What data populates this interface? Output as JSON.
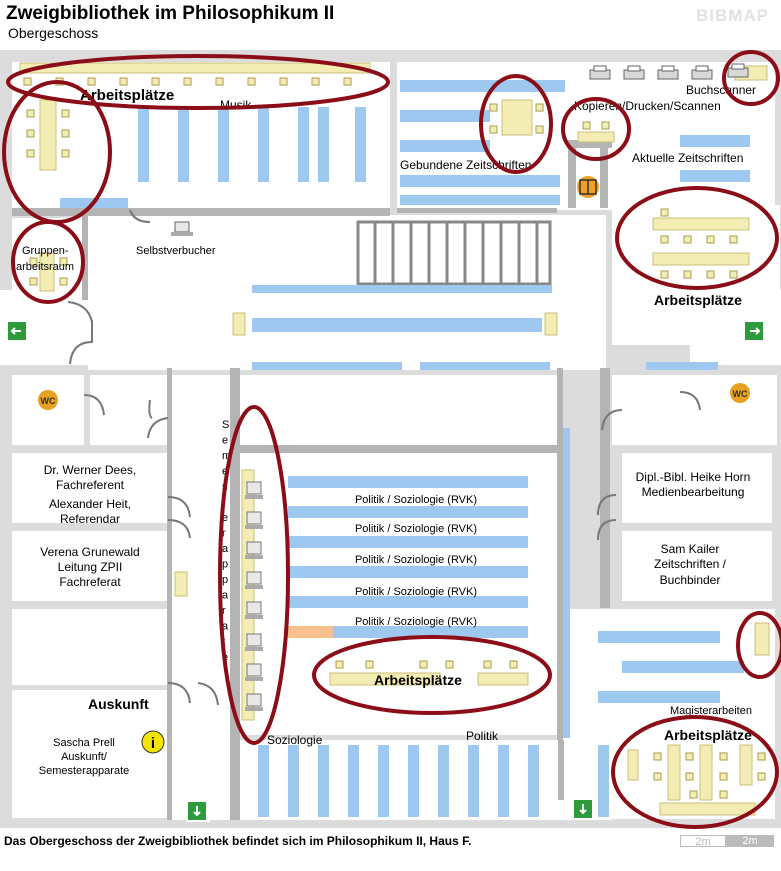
{
  "header": {
    "title": "Zweigbibliothek im Philosophikum II",
    "subtitle": "Obergeschoss",
    "brand": "BIBMAP"
  },
  "footer": {
    "caption": "Das Obergeschoss der Zweigbibliothek befindet sich im Philosophikum II, Haus F.",
    "scale_a": "2m",
    "scale_b": "2m"
  },
  "labels": {
    "musik": "Musik",
    "arbeitsplaetze_tl": "Arbeitsplätze",
    "gebundene": "Gebundene Zeitschriften",
    "kopieren": "Kopieren/Drucken/Scannen",
    "buchscanner": "Buchscanner",
    "aktuelle": "Aktuelle Zeitschriften",
    "arbeitsplaetze_r": "Arbeitsplätze",
    "gruppen_1": "Gruppen-",
    "gruppen_2": "arbeitsraum",
    "selbstverbucher": "Selbstverbucher",
    "wc_left": "WC",
    "wc_right": "WC",
    "office1_1": "Dr. Werner Dees,",
    "office1_2": "Fachreferent",
    "office1_3": "Alexander Heit,",
    "office1_4": "Referendar",
    "office2_1": "Verena Grunewald",
    "office2_2": "Leitung ZPII",
    "office2_3": "Fachreferat",
    "auskunft": "Auskunft",
    "prell_1": "Sascha Prell",
    "prell_2": "Auskunft/",
    "prell_3": "Semesterapparate",
    "info_icon": "i",
    "horn_1": "Dipl.-Bibl. Heike Horn",
    "horn_2": "Medienbearbeitung",
    "kailer_1": "Sam Kailer",
    "kailer_2": "Zeitschriften /",
    "kailer_3": "Buchbinder",
    "politik_rvk": "Politik / Soziologie (RVK)",
    "arbeitsplaetze_c": "Arbeitsplätze",
    "soziologie": "Soziologie",
    "politik": "Politik",
    "magisterarbeiten": "Magisterarbeiten",
    "arbeitsplaetze_br": "Arbeitsplätze",
    "vertical_letters": [
      "S",
      "e",
      "m",
      "e",
      "s",
      "t",
      "e",
      "r",
      "a",
      "p",
      "p",
      "a",
      "r",
      "a",
      "t",
      "e"
    ]
  },
  "colors": {
    "shelf": "#9ec8f0",
    "desk": "#f3edb4",
    "wall": "#b4b4b4",
    "highlight_ring": "#8b0d17",
    "exit_sign": "#2d9b3c",
    "wc_badge": "#e8a020",
    "info_badge": "#f5e400"
  },
  "icons": [
    "exit-sign-icon",
    "elevator-icon",
    "wc-icon",
    "info-icon",
    "printer-icon",
    "computer-icon",
    "laptop-icon",
    "door-arc-icon"
  ]
}
